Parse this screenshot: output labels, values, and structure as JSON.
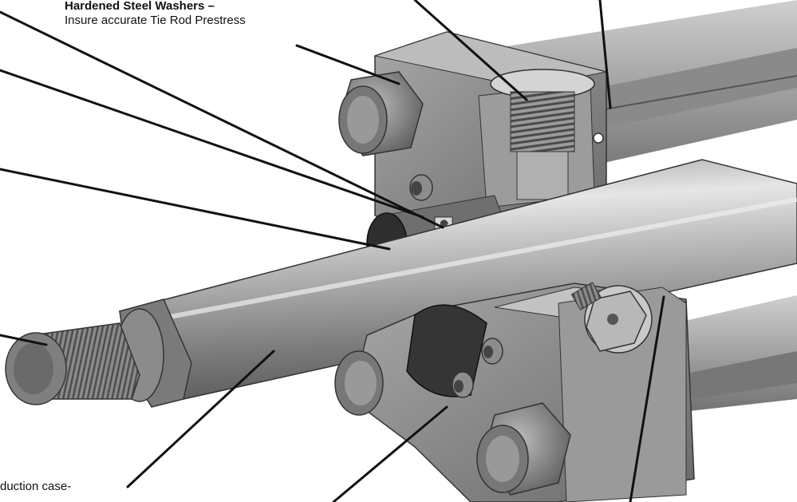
{
  "callouts": {
    "washers": {
      "title": "Hardened Steel Washers –",
      "desc": "Insure accurate Tie Rod Prestress"
    },
    "rod_tail": "duction case-"
  },
  "colors": {
    "ink": "#111111",
    "metal_light": "#c9c9c9",
    "metal_mid": "#8f8f8f",
    "metal_dark": "#5a5a5a"
  }
}
